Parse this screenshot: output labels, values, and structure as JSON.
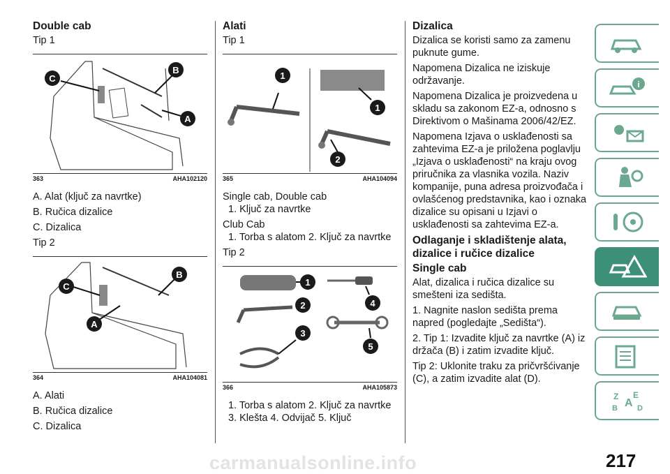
{
  "col1": {
    "heading": "Double cab",
    "tip1": "Tip 1",
    "fig363": {
      "num": "363",
      "code": "AHA102120"
    },
    "list1": [
      "A. Alat (ključ za navrtke)",
      "B. Ručica dizalice",
      "C. Dizalica"
    ],
    "tip2": "Tip 2",
    "fig364": {
      "num": "364",
      "code": "AHA104081"
    },
    "list2": [
      "A. Alati",
      "B. Ručica dizalice",
      "C. Dizalica"
    ]
  },
  "col2": {
    "heading": "Alati",
    "tip1": "Tip 1",
    "fig365": {
      "num": "365",
      "code": "AHA104094"
    },
    "single_double": "Single cab, Double cab",
    "single_item": "1. Ključ za navrtke",
    "club": "Club Cab",
    "club_items": "1. Torba s alatom   2. Ključ za navrtke",
    "tip2": "Tip 2",
    "fig366": {
      "num": "366",
      "code": "AHA105873"
    },
    "bottom1": "1. Torba s alatom   2. Ključ za navrtke",
    "bottom2": "3. Klešta   4. Odvijač   5. Ključ"
  },
  "col3": {
    "heading": "Dizalica",
    "p1": "Dizalica se koristi samo za zamenu puknute gume.",
    "p2": "Napomena  Dizalica ne iziskuje održavanje.",
    "p3": "Napomena  Dizalica je proizvedena u skladu sa zakonom EZ-a, odnosno s Direktivom o Mašinama 2006/42/EZ.",
    "p4": "Napomena  Izjava o usklađenosti sa zahtevima EZ-a je priložena poglavlju „Izjava o usklađenosti“ na kraju ovog priručnika za vlasnika vozila. Naziv kompanije, puna adresa proizvođača i ovlašćenog predstavnika, kao i oznaka dizalice su opisani u Izjavi o usklađenosti sa zahtevima EZ-a.",
    "heading2": "Odlaganje i skladištenje alata, dizalice i ručice dizalice",
    "heading3": "Single cab",
    "p5": "Alat, dizalica i ručica dizalice su smešteni iza sedišta.",
    "p6": "1. Nagnite naslon sedišta prema napred (pogledajte „Sedišta“).",
    "p7": "2. Tip 1: Izvadite ključ za navrtke (A) iz držača (B) i zatim izvadite ključ.",
    "p8": "Tip 2: Uklonite traku za pričvršćivanje (C), a zatim izvadite alat (D)."
  },
  "callouts": {
    "A": "A",
    "B": "B",
    "C": "C",
    "n1": "1",
    "n2": "2",
    "n3": "3",
    "n4": "4",
    "n5": "5"
  },
  "page_number": "217",
  "watermark": "carmanualsonline.info",
  "colors": {
    "accent": "#3d8f78",
    "tab_border": "#6aa890",
    "callout": "#1a1a1a"
  },
  "tabs": [
    "car-dashboard-icon",
    "car-info-icon",
    "warning-lights-icon",
    "seat-airbag-icon",
    "steering-key-icon",
    "emergency-icon",
    "car-service-icon",
    "specifications-icon",
    "index-icon"
  ]
}
